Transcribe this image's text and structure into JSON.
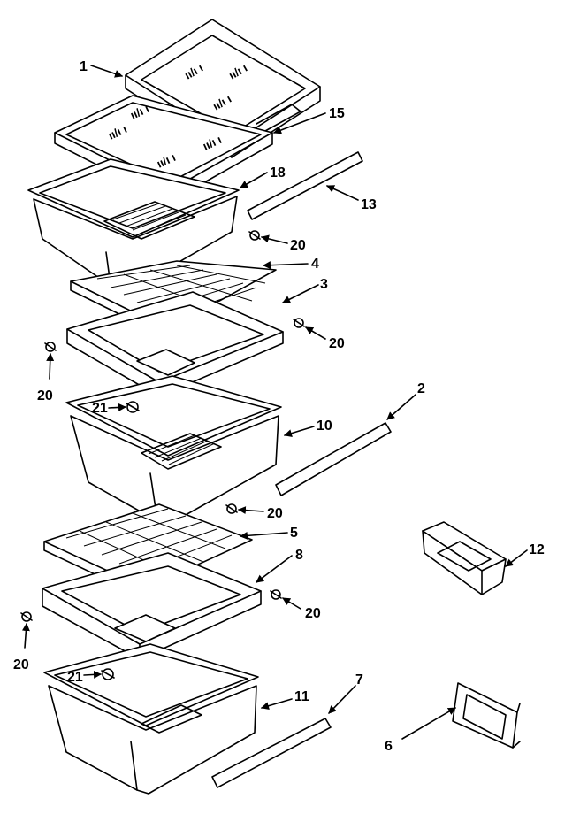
{
  "callouts": {
    "c1": "1",
    "c15": "15",
    "c18": "18",
    "c13": "13",
    "c20a": "20",
    "c4": "4",
    "c3": "3",
    "c20b": "20",
    "c20c": "20",
    "c21a": "21",
    "c2": "2",
    "c10": "10",
    "c20d": "20",
    "c5": "5",
    "c12": "12",
    "c8": "8",
    "c20e": "20",
    "c20f": "20",
    "c21b": "21",
    "c7": "7",
    "c11": "11",
    "c6": "6"
  },
  "shelf_marks": [
    "ıı/ı ı",
    "ıı/ı ı",
    "ıı/ı ı",
    "ıı/ı ı"
  ]
}
